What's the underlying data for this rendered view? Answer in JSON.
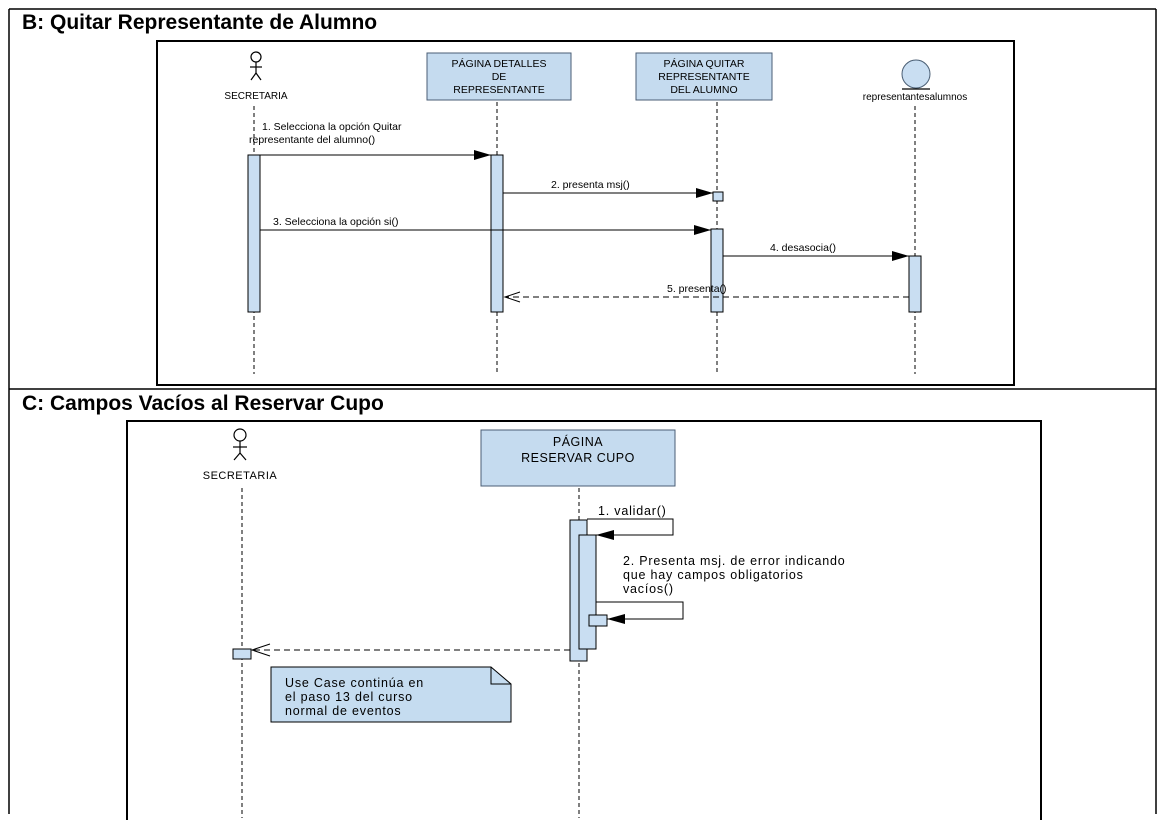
{
  "sections": {
    "b": {
      "title": "B: Quitar Representante de Alumno",
      "actor": "SECRETARIA",
      "lifelines": {
        "detalles": [
          "PÁGINA DETALLES",
          "DE",
          "REPRESENTANTE"
        ],
        "quitar": [
          "PÁGINA QUITAR",
          "REPRESENTANTE",
          "DEL ALUMNO"
        ],
        "entity": "representantesalumnos"
      },
      "messages": {
        "m1": [
          "1. Selecciona la opción Quitar",
          "representante del alumno()"
        ],
        "m2": "2. presenta msj()",
        "m3": "3. Selecciona la opción si()",
        "m4": "4. desasocia()",
        "m5": "5. presenta()"
      }
    },
    "c": {
      "title": "C: Campos Vacíos al Reservar Cupo",
      "actor": "SECRETARIA",
      "lifeline": [
        "PÁGINA",
        "RESERVAR CUPO"
      ],
      "messages": {
        "m1": "1. validar()",
        "m2": [
          "2. Presenta msj. de error indicando",
          "que hay campos obligatorios",
          "vacíos()"
        ]
      },
      "note": [
        "Use Case continúa en",
        "el paso 13 del curso",
        "normal de eventos"
      ]
    }
  },
  "colors": {
    "lifeline_box": "#c5dbef",
    "activation": "#c9def2",
    "note": "#c5dcf0",
    "ink": "#000000"
  }
}
